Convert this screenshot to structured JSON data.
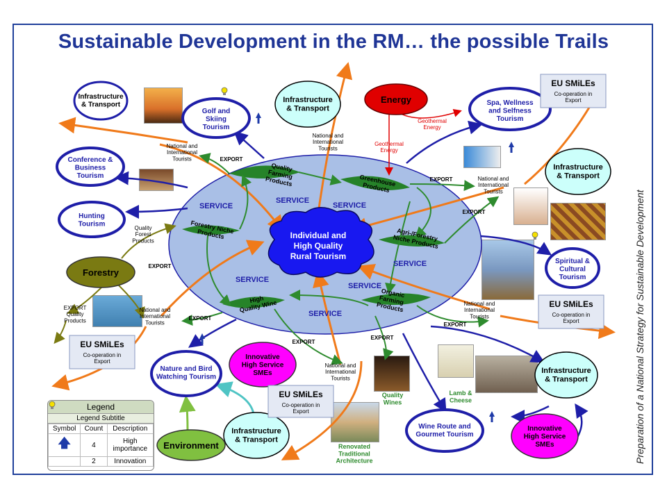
{
  "title": "Sustainable Development in the RM… the possible Trails",
  "vertical_caption": "Preparation of a National Strategy for Sustainable Development",
  "center": {
    "line1": "Individual and",
    "line2": "High Quality",
    "line3": "Rural Tourism"
  },
  "oval_labels": {
    "service": "SERVICE",
    "quality_farming": [
      "Quality",
      "Farming",
      "Products"
    ],
    "greenhouse": [
      "Greenhouse",
      "Products"
    ],
    "forestry_niche": [
      "Forestry Niche",
      "Products"
    ],
    "agri_forestry": [
      "Agri-/Forestry",
      "Niche Products"
    ],
    "high_quality_wine": [
      "High",
      "Quality Wine"
    ],
    "organic_farming": [
      "Organic",
      "Farming",
      "Products"
    ]
  },
  "nodes": {
    "infra_tl": [
      "Infrastructure",
      "& Transport"
    ],
    "golf": [
      "Golf and",
      "Skiing",
      "Tourism"
    ],
    "infra_top": [
      "Infrastructure",
      "& Transport"
    ],
    "energy": "Energy",
    "spa": [
      "Spa, Wellness",
      "and Selfness",
      "Tourism"
    ],
    "conference": [
      "Conference &",
      "Business",
      "Tourism"
    ],
    "hunting": [
      "Hunting",
      "Tourism"
    ],
    "infra_right": [
      "Infrastructure",
      "& Transport"
    ],
    "forestry": "Forestry",
    "spiritual": [
      "Spiritual &",
      "Cultural",
      "Tourism"
    ],
    "nature": [
      "Nature and Bird",
      "Watching Tourism"
    ],
    "innov_left": [
      "Innovative",
      "High Service",
      "SMEs"
    ],
    "environment": "Environment",
    "infra_bottom": [
      "Infrastructure",
      "& Transport"
    ],
    "infra_br": [
      "Infrastructure",
      "& Transport"
    ],
    "wine_route": [
      "Wine Route and",
      "Gourmet Tourism"
    ],
    "innov_right": [
      "Innovative",
      "High Service",
      "SMEs"
    ]
  },
  "eu_smiles": {
    "title": "EU SMiLEs",
    "line1": "Co-operation in",
    "line2": "Export"
  },
  "small_labels": {
    "nat_int": [
      "National and",
      "International",
      "Tourists"
    ],
    "export": "EXPORT",
    "geothermal": [
      "Geothermal",
      "Energy"
    ],
    "quality_forest": [
      "Quality",
      "Forest",
      "Products"
    ],
    "export_quality": [
      "EXPORT",
      "Quality",
      "Products"
    ]
  },
  "captions": {
    "quality_wines": [
      "Quality",
      "Wines"
    ],
    "lamb_cheese": [
      "Lamb &",
      "Cheese"
    ],
    "renovated": [
      "Renovated",
      "Traditional",
      "Architecture"
    ]
  },
  "legend": {
    "title": "Legend",
    "subtitle": "Legend Subtitle",
    "headers": [
      "Symbol",
      "Count",
      "Description"
    ],
    "rows": [
      {
        "symbol": "arrow-up-icon",
        "count": "4",
        "description": [
          "High",
          "importance"
        ]
      },
      {
        "symbol": "lightbulb-icon",
        "count": "2",
        "description": [
          "Innovation"
        ]
      }
    ]
  },
  "colors": {
    "orange": "#f07a1a",
    "navy": "#1e1ea8",
    "green": "#2e8b2e",
    "dark_green": "#1f6f1f",
    "teal": "#4fc4c4",
    "magenta": "#ff00ff",
    "cyan_fill": "#ccfffb",
    "oval": "#a9bfe6",
    "olive": "#7a7a12",
    "lime": "#80c040",
    "energy_red": "#e00000"
  }
}
